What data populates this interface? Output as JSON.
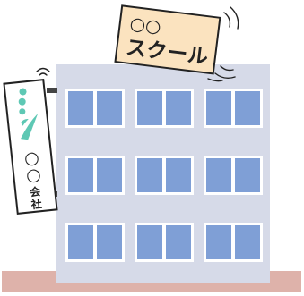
{
  "school_sign": {
    "line1": "○○",
    "line2": "スクール"
  },
  "company_sign": {
    "line1": "○",
    "line2": "○",
    "line3": "会",
    "line4": "社"
  },
  "colors": {
    "building_wall": "#d6dae8",
    "window_frame": "#ffffff",
    "window_glass": "#7f9fd6",
    "ground": "#deb2aa",
    "school_sign_bg": "#fbe3bf",
    "company_sign_bg": "#ffffff",
    "logo_teal": "#5ec8b4",
    "outline": "#222222"
  }
}
